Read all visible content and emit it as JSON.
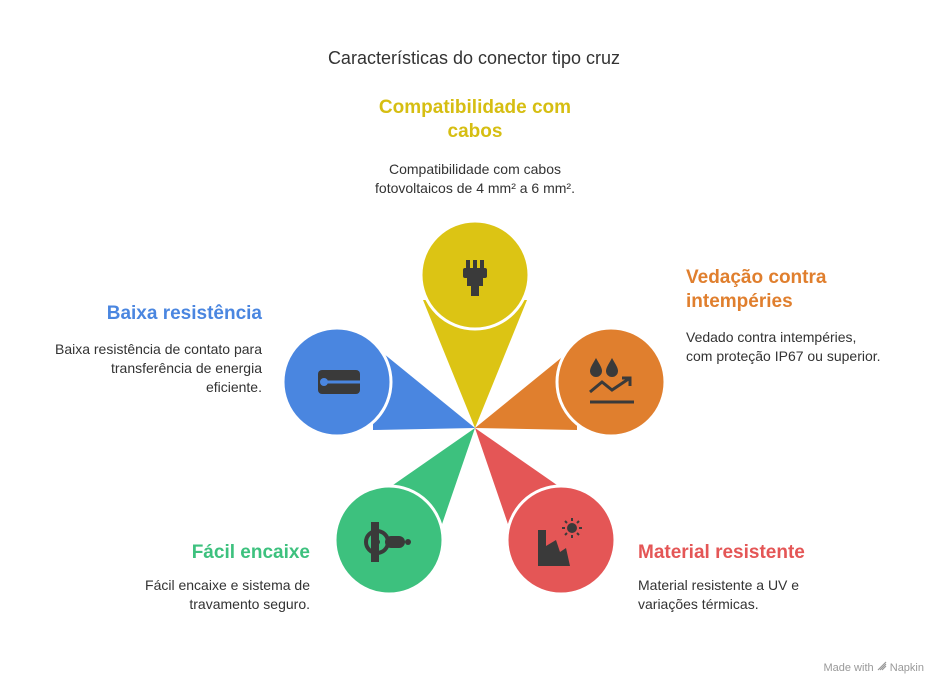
{
  "title": "Características do conector tipo cruz",
  "items": [
    {
      "heading": "Compatibilidade com cabos",
      "text": "Compatibilidade com cabos fotovoltaicos de 4 mm² a 6 mm².",
      "color": "#dcc414",
      "icon": "cable-connector-icon"
    },
    {
      "heading": "Vedação contra intempéries",
      "text": "Vedado contra intempéries, com proteção IP67 ou superior.",
      "color": "#e07f2e",
      "icon": "water-drops-trend-icon"
    },
    {
      "heading": "Material resistente",
      "text": "Material resistente a UV e variações térmicas.",
      "color": "#e45656",
      "icon": "sun-factory-icon"
    },
    {
      "heading": "Fácil encaixe",
      "text": "Fácil encaixe e sistema de travamento seguro.",
      "color": "#3dc17e",
      "icon": "lock-key-icon"
    },
    {
      "heading": "Baixa resistência",
      "text": "Baixa resistência de contato para transferência de energia eficiente.",
      "color": "#4a86e0",
      "icon": "plug-icon"
    }
  ],
  "footer": {
    "made_with": "Made with",
    "brand": "Napkin"
  }
}
